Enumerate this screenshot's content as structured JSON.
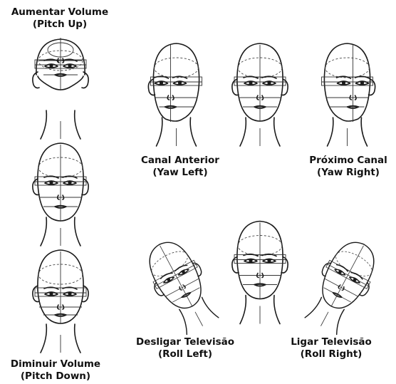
{
  "gestures": {
    "pitch_up": {
      "title": "Aumentar Volume",
      "subtitle": "(Pitch Up)"
    },
    "pitch_down": {
      "title": "Diminuir Volume",
      "subtitle": "(Pitch Down)"
    },
    "yaw_left": {
      "title": "Canal Anterior",
      "subtitle": "(Yaw Left)"
    },
    "yaw_right": {
      "title": "Próximo Canal",
      "subtitle": "(Yaw Right)"
    },
    "roll_left": {
      "title": "Desligar Televisão",
      "subtitle": "(Roll Left)"
    },
    "roll_right": {
      "title": "Ligar Televisão",
      "subtitle": "(Roll Right)"
    }
  },
  "colors": {
    "ink": "#1a1a1a",
    "background": "#ffffff"
  }
}
